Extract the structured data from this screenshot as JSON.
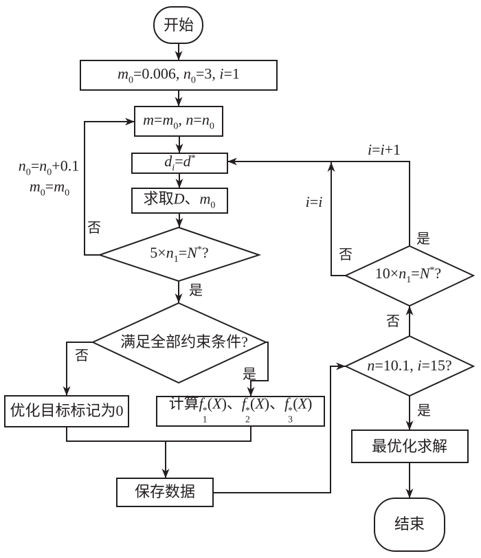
{
  "nodes": {
    "start": {
      "label": "开始"
    },
    "init": {
      "runs": [
        {
          "t": "m",
          "s": "v"
        },
        {
          "t": "0",
          "s": "sub"
        },
        {
          "t": "=0.006, ",
          "s": "n"
        },
        {
          "t": "n",
          "s": "v"
        },
        {
          "t": "0",
          "s": "sub"
        },
        {
          "t": "=3, ",
          "s": "n"
        },
        {
          "t": "i",
          "s": "v"
        },
        {
          "t": "=1",
          "s": "n"
        }
      ]
    },
    "assign": {
      "runs": [
        {
          "t": "m",
          "s": "v"
        },
        {
          "t": "=",
          "s": "n"
        },
        {
          "t": "m",
          "s": "v"
        },
        {
          "t": "0",
          "s": "sub"
        },
        {
          "t": ", ",
          "s": "n"
        },
        {
          "t": "n",
          "s": "v"
        },
        {
          "t": "=",
          "s": "n"
        },
        {
          "t": "n",
          "s": "v"
        },
        {
          "t": "0",
          "s": "sub"
        }
      ]
    },
    "set_d": {
      "runs": [
        {
          "t": "d",
          "s": "v"
        },
        {
          "t": "i",
          "s": "subv"
        },
        {
          "t": "=",
          "s": "n"
        },
        {
          "t": "d",
          "s": "v"
        },
        {
          "t": "*",
          "s": "sup"
        }
      ]
    },
    "compute_D": {
      "runs": [
        {
          "t": "求取",
          "s": "n"
        },
        {
          "t": "D",
          "s": "v"
        },
        {
          "t": "、",
          "s": "n"
        },
        {
          "t": "m",
          "s": "v"
        },
        {
          "t": "0",
          "s": "sub"
        }
      ]
    },
    "check_5n1": {
      "runs": [
        {
          "t": "5×",
          "s": "n"
        },
        {
          "t": "n",
          "s": "v"
        },
        {
          "t": "1",
          "s": "sub"
        },
        {
          "t": "=",
          "s": "n"
        },
        {
          "t": "N",
          "s": "v"
        },
        {
          "t": "*",
          "s": "sup"
        },
        {
          "t": "?",
          "s": "n"
        }
      ]
    },
    "check_constraints": {
      "label": "满足全部约束条件?"
    },
    "mark_zero": {
      "label": "优化目标标记为0"
    },
    "compute_f": {
      "runs": [
        {
          "t": "计算",
          "s": "n"
        },
        {
          "t": "f",
          "s": "v"
        },
        {
          "s": "ss",
          "sub": "1",
          "sup": "*"
        },
        {
          "t": "(",
          "s": "n"
        },
        {
          "t": "X",
          "s": "v"
        },
        {
          "t": ")、",
          "s": "n"
        },
        {
          "t": "f",
          "s": "v"
        },
        {
          "s": "ss",
          "sub": "2",
          "sup": "*"
        },
        {
          "t": "(",
          "s": "n"
        },
        {
          "t": "X",
          "s": "v"
        },
        {
          "t": ")、",
          "s": "n"
        },
        {
          "t": "f",
          "s": "v"
        },
        {
          "s": "ss",
          "sub": "3",
          "sup": "*"
        },
        {
          "t": "(",
          "s": "n"
        },
        {
          "t": "X",
          "s": "v"
        },
        {
          "t": ")",
          "s": "n"
        }
      ]
    },
    "save": {
      "label": "保存数据"
    },
    "check_stop": {
      "runs": [
        {
          "t": "n",
          "s": "v"
        },
        {
          "t": "=10.1, ",
          "s": "n"
        },
        {
          "t": "i",
          "s": "v"
        },
        {
          "t": "=15?",
          "s": "n"
        }
      ]
    },
    "check_10n1": {
      "runs": [
        {
          "t": "10×",
          "s": "n"
        },
        {
          "t": "n",
          "s": "v"
        },
        {
          "t": "1",
          "s": "sub"
        },
        {
          "t": "=",
          "s": "n"
        },
        {
          "t": "N",
          "s": "v"
        },
        {
          "t": "*",
          "s": "sup"
        },
        {
          "t": "?",
          "s": "n"
        }
      ]
    },
    "optimize": {
      "label": "最优化求解"
    },
    "end": {
      "label": "结束"
    }
  },
  "edge_labels": {
    "loop_no": "否",
    "loop_update_n": [
      {
        "t": "n",
        "s": "v"
      },
      {
        "t": "0",
        "s": "sub"
      },
      {
        "t": "=",
        "s": "n"
      },
      {
        "t": "n",
        "s": "v"
      },
      {
        "t": "0",
        "s": "sub"
      },
      {
        "t": "+0.1",
        "s": "n"
      }
    ],
    "loop_update_m": [
      {
        "t": "m",
        "s": "v"
      },
      {
        "t": "0",
        "s": "sub"
      },
      {
        "t": "=",
        "s": "n"
      },
      {
        "t": "m",
        "s": "v"
      },
      {
        "t": "0",
        "s": "sub"
      }
    ],
    "check_5n1_yes": "是",
    "constraints_no": "否",
    "constraints_yes": "是",
    "stop_no": "否",
    "stop_yes": "是",
    "check_10n1_yes": "是",
    "check_10n1_no": "否",
    "i_increment": [
      {
        "t": "i",
        "s": "v"
      },
      {
        "t": "=",
        "s": "n"
      },
      {
        "t": "i",
        "s": "v"
      },
      {
        "t": "+1",
        "s": "n"
      }
    ],
    "i_keep": [
      {
        "t": "i",
        "s": "v"
      },
      {
        "t": "=",
        "s": "n"
      },
      {
        "t": "i",
        "s": "v"
      }
    ]
  },
  "colors": {
    "line": "#231f20",
    "background": "#ffffff"
  }
}
